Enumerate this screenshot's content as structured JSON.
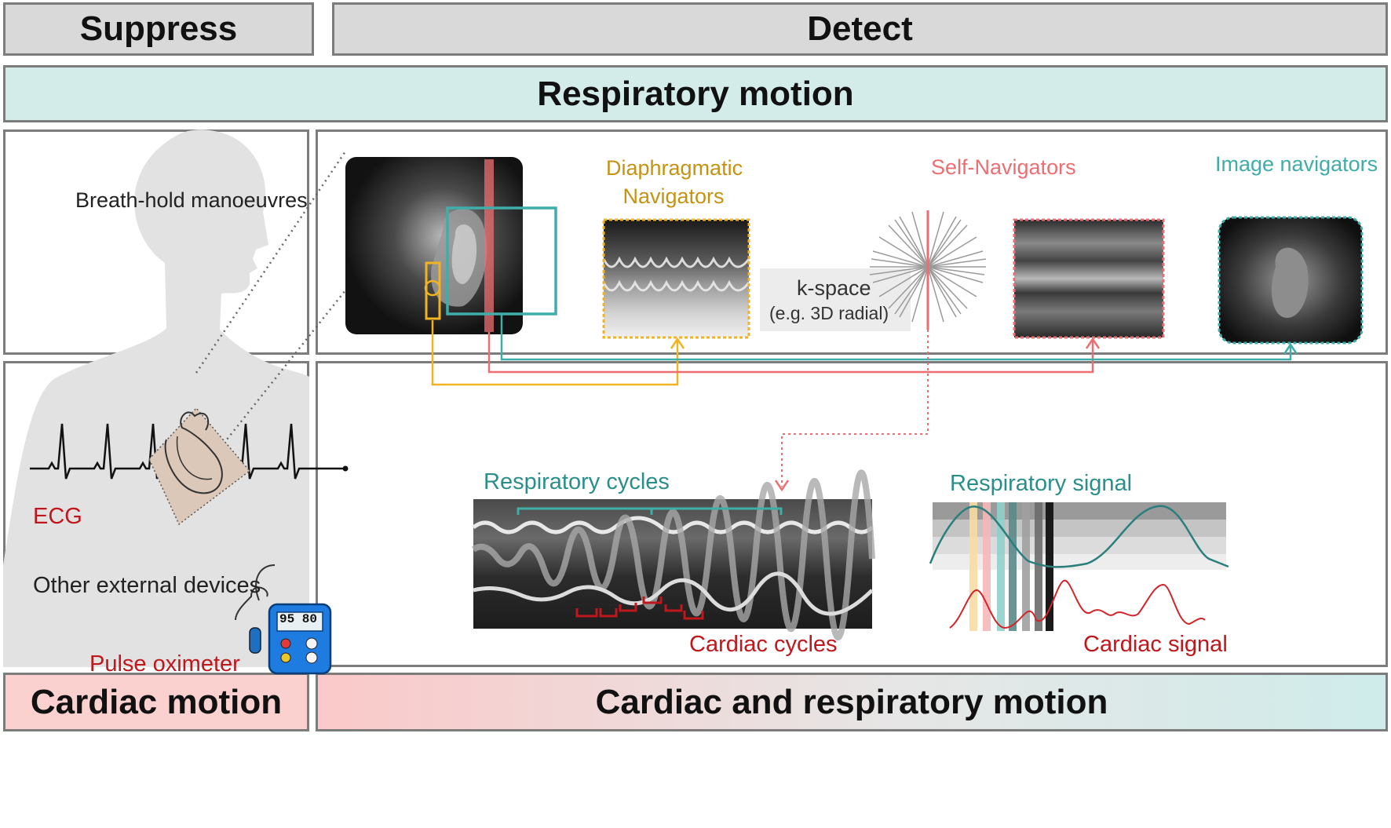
{
  "columns": {
    "left": "Suppress",
    "right": "Detect"
  },
  "rows": {
    "top": "Respiratory motion",
    "bottom_left": "Cardiac motion",
    "bottom_right": "Cardiac and respiratory motion"
  },
  "suppress": {
    "breath_hold": "Breath-hold manoeuvres",
    "ecg": "ECG",
    "other_devices": "Other external devices",
    "pulse_oximeter": "Pulse oximeter",
    "oximeter_display": "95 80"
  },
  "respiratory_detect": {
    "diaphragmatic_line1": "Diaphragmatic",
    "diaphragmatic_line2": "Navigators",
    "self_navigators": "Self-Navigators",
    "image_navigators": "Image navigators",
    "kspace": "k-space",
    "kspace_note": "(e.g. 3D radial)"
  },
  "combined_detect": {
    "respiratory_cycles": "Respiratory cycles",
    "cardiac_cycles": "Cardiac cycles",
    "respiratory_signal": "Respiratory signal",
    "cardiac_signal": "Cardiac signal"
  },
  "colors": {
    "diaphragmatic": "#f0b323",
    "self_nav": "#ec6e72",
    "image_nav": "#3fada8",
    "cardiac": "#c0171c",
    "resp_header": "#d3ecea",
    "cardiac_header": "#fbd1cf"
  }
}
